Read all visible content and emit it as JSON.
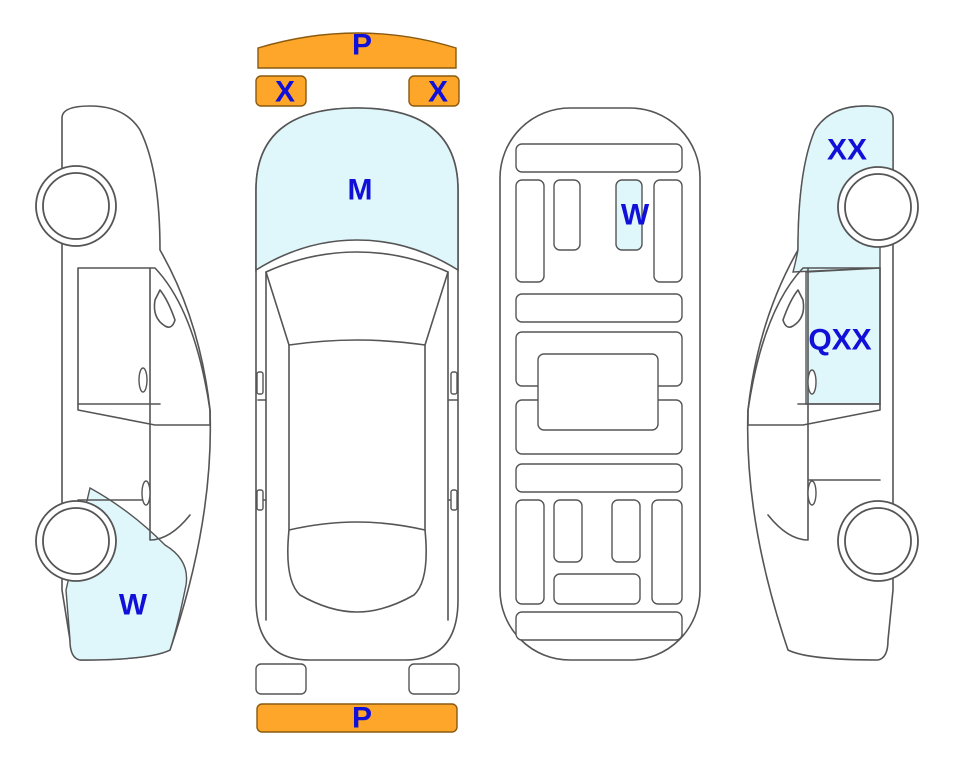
{
  "colors": {
    "outline": "#555555",
    "damage_highlight": "#dff6fb",
    "bumper_marked": "#fda62a",
    "bumper_marked_stroke": "#8a5a10",
    "label_text": "#1010d8"
  },
  "labels": {
    "front_bumper": "P",
    "front_left_light": "X",
    "front_right_light": "X",
    "hood": "M",
    "interior_rear_seat": "W",
    "left_rear_quarter": "W",
    "right_front_fender": "XX",
    "right_front_door": "QXX",
    "rear_bumper": "P"
  }
}
